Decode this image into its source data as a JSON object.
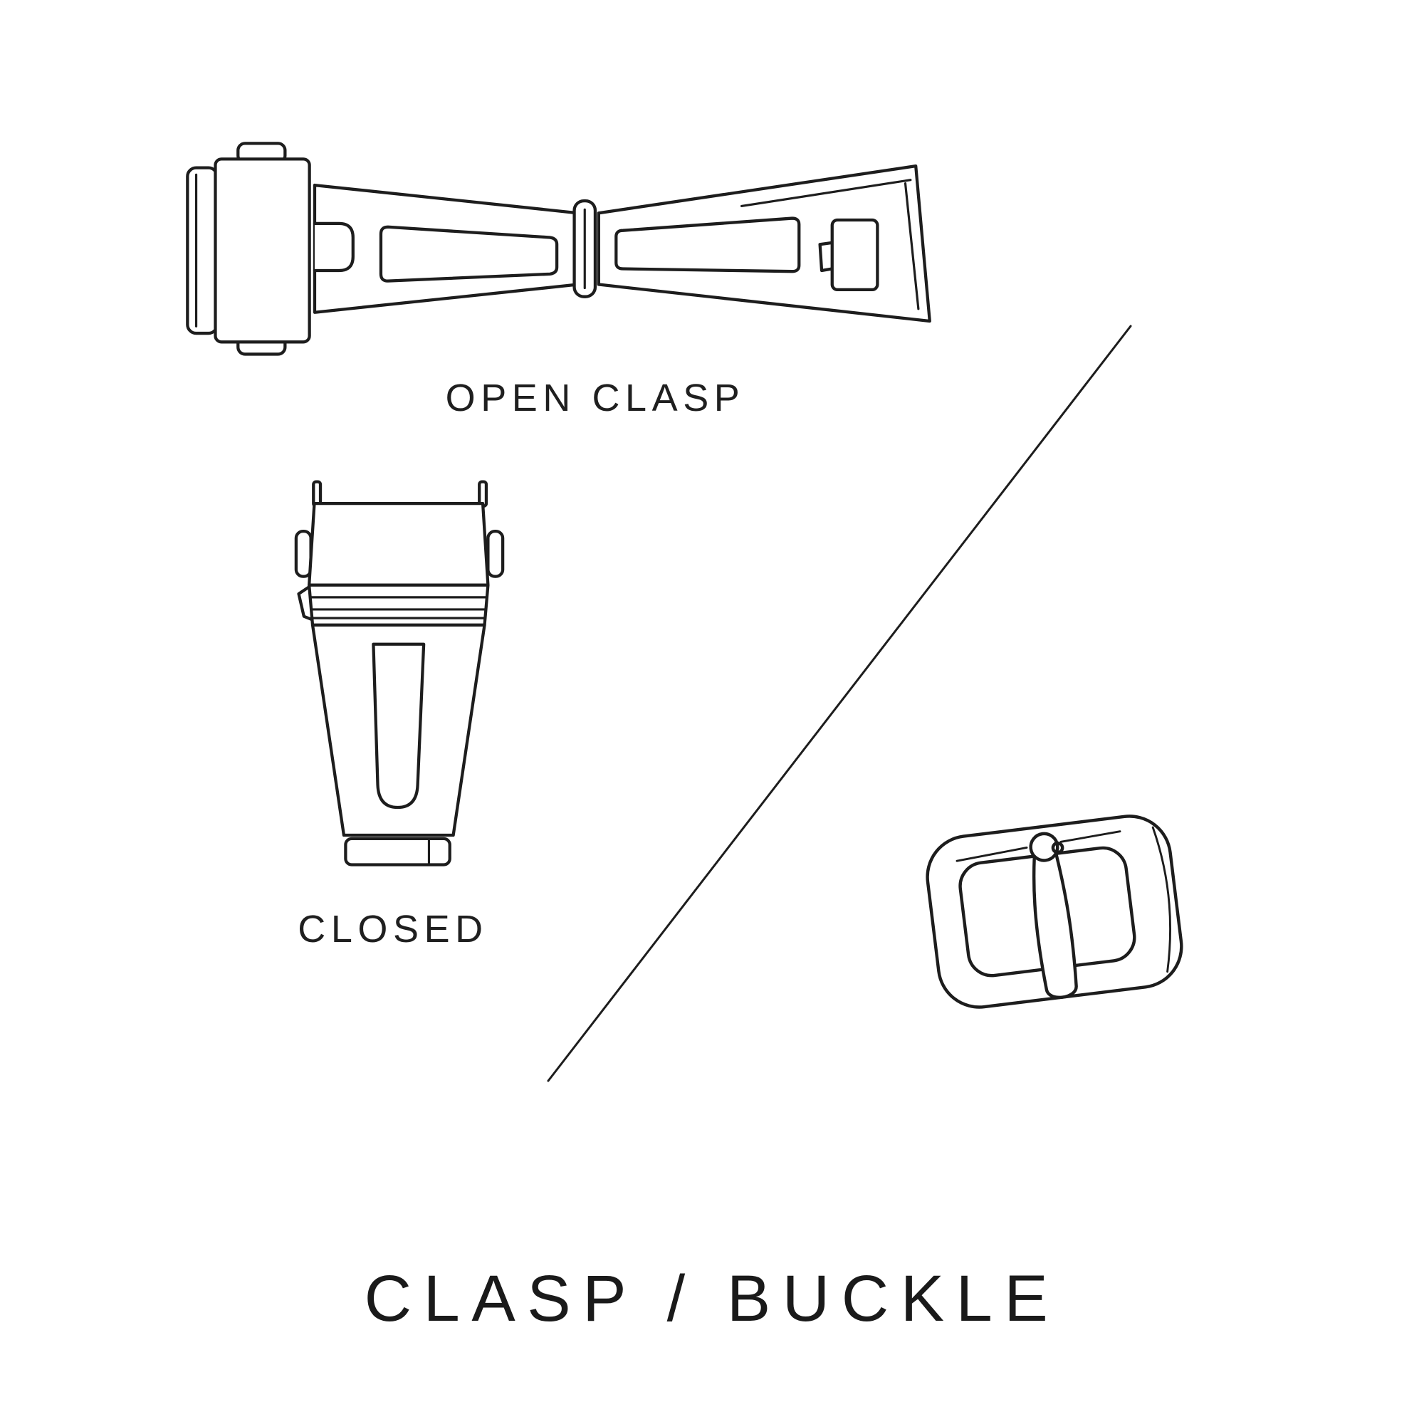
{
  "colors": {
    "background": "#ffffff",
    "ink": "#1d1d1d"
  },
  "labels": {
    "open_clasp": "OPEN CLASP",
    "closed": "CLOSED"
  },
  "title": {
    "text": "CLASP / BUCKLE"
  },
  "icons": {
    "open_clasp_illustration": "open-deployant-clasp-line-art",
    "closed_clasp_illustration": "closed-deployant-clasp-line-art",
    "buckle_illustration": "tang-buckle-line-art",
    "divider": "diagonal-divider-line"
  }
}
